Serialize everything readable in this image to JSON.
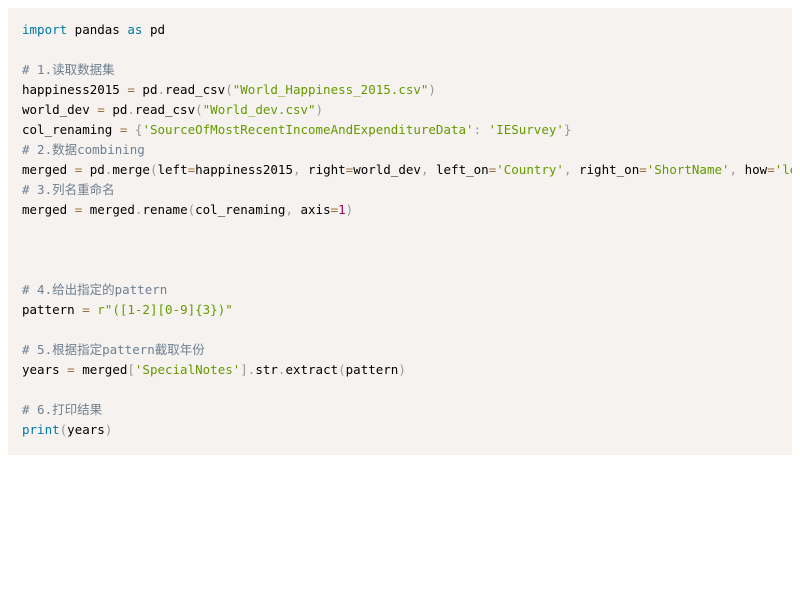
{
  "colors": {
    "background": "#f5f2f0",
    "keyword": "#0077aa",
    "comment": "#708090",
    "string": "#669900",
    "punctuation": "#999999",
    "operator": "#9a6e3a",
    "number": "#990055",
    "plain": "#000000"
  },
  "code_lines": [
    [
      {
        "t": "keyword",
        "v": "import"
      },
      {
        "t": "plain",
        "v": " pandas "
      },
      {
        "t": "keyword",
        "v": "as"
      },
      {
        "t": "plain",
        "v": " pd"
      }
    ],
    [],
    [
      {
        "t": "comment",
        "v": "# 1.读取数据集"
      }
    ],
    [
      {
        "t": "plain",
        "v": "happiness2015 "
      },
      {
        "t": "operator",
        "v": "="
      },
      {
        "t": "plain",
        "v": " pd"
      },
      {
        "t": "punct",
        "v": "."
      },
      {
        "t": "plain",
        "v": "read_csv"
      },
      {
        "t": "punct",
        "v": "("
      },
      {
        "t": "string",
        "v": "\"World_Happiness_2015.csv\""
      },
      {
        "t": "punct",
        "v": ")"
      }
    ],
    [
      {
        "t": "plain",
        "v": "world_dev "
      },
      {
        "t": "operator",
        "v": "="
      },
      {
        "t": "plain",
        "v": " pd"
      },
      {
        "t": "punct",
        "v": "."
      },
      {
        "t": "plain",
        "v": "read_csv"
      },
      {
        "t": "punct",
        "v": "("
      },
      {
        "t": "string",
        "v": "\"World_dev.csv\""
      },
      {
        "t": "punct",
        "v": ")"
      }
    ],
    [
      {
        "t": "plain",
        "v": "col_renaming "
      },
      {
        "t": "operator",
        "v": "="
      },
      {
        "t": "plain",
        "v": " "
      },
      {
        "t": "punct",
        "v": "{"
      },
      {
        "t": "string",
        "v": "'SourceOfMostRecentIncomeAndExpenditureData'"
      },
      {
        "t": "punct",
        "v": ":"
      },
      {
        "t": "plain",
        "v": " "
      },
      {
        "t": "string",
        "v": "'IESurvey'"
      },
      {
        "t": "punct",
        "v": "}"
      }
    ],
    [
      {
        "t": "comment",
        "v": "# 2.数据combining"
      }
    ],
    [
      {
        "t": "plain",
        "v": "merged "
      },
      {
        "t": "operator",
        "v": "="
      },
      {
        "t": "plain",
        "v": " pd"
      },
      {
        "t": "punct",
        "v": "."
      },
      {
        "t": "plain",
        "v": "merge"
      },
      {
        "t": "punct",
        "v": "("
      },
      {
        "t": "plain",
        "v": "left"
      },
      {
        "t": "operator",
        "v": "="
      },
      {
        "t": "plain",
        "v": "happiness2015"
      },
      {
        "t": "punct",
        "v": ","
      },
      {
        "t": "plain",
        "v": " right"
      },
      {
        "t": "operator",
        "v": "="
      },
      {
        "t": "plain",
        "v": "world_dev"
      },
      {
        "t": "punct",
        "v": ","
      },
      {
        "t": "plain",
        "v": " left_on"
      },
      {
        "t": "operator",
        "v": "="
      },
      {
        "t": "string",
        "v": "'Country'"
      },
      {
        "t": "punct",
        "v": ","
      },
      {
        "t": "plain",
        "v": " right_on"
      },
      {
        "t": "operator",
        "v": "="
      },
      {
        "t": "string",
        "v": "'ShortName'"
      },
      {
        "t": "punct",
        "v": ","
      },
      {
        "t": "plain",
        "v": " how"
      },
      {
        "t": "operator",
        "v": "="
      },
      {
        "t": "string",
        "v": "'left'"
      },
      {
        "t": "punct",
        "v": ")"
      }
    ],
    [
      {
        "t": "comment",
        "v": "# 3.列名重命名"
      }
    ],
    [
      {
        "t": "plain",
        "v": "merged "
      },
      {
        "t": "operator",
        "v": "="
      },
      {
        "t": "plain",
        "v": " merged"
      },
      {
        "t": "punct",
        "v": "."
      },
      {
        "t": "plain",
        "v": "rename"
      },
      {
        "t": "punct",
        "v": "("
      },
      {
        "t": "plain",
        "v": "col_renaming"
      },
      {
        "t": "punct",
        "v": ","
      },
      {
        "t": "plain",
        "v": " axis"
      },
      {
        "t": "operator",
        "v": "="
      },
      {
        "t": "number",
        "v": "1"
      },
      {
        "t": "punct",
        "v": ")"
      }
    ],
    [],
    [],
    [],
    [
      {
        "t": "comment",
        "v": "# 4.给出指定的pattern"
      }
    ],
    [
      {
        "t": "plain",
        "v": "pattern "
      },
      {
        "t": "operator",
        "v": "="
      },
      {
        "t": "plain",
        "v": " "
      },
      {
        "t": "string",
        "v": "r\"([1-2][0-9]{3})\""
      }
    ],
    [],
    [
      {
        "t": "comment",
        "v": "# 5.根据指定pattern截取年份"
      }
    ],
    [
      {
        "t": "plain",
        "v": "years "
      },
      {
        "t": "operator",
        "v": "="
      },
      {
        "t": "plain",
        "v": " merged"
      },
      {
        "t": "punct",
        "v": "["
      },
      {
        "t": "string",
        "v": "'SpecialNotes'"
      },
      {
        "t": "punct",
        "v": "]"
      },
      {
        "t": "punct",
        "v": "."
      },
      {
        "t": "plain",
        "v": "str"
      },
      {
        "t": "punct",
        "v": "."
      },
      {
        "t": "plain",
        "v": "extract"
      },
      {
        "t": "punct",
        "v": "("
      },
      {
        "t": "plain",
        "v": "pattern"
      },
      {
        "t": "punct",
        "v": ")"
      }
    ],
    [],
    [
      {
        "t": "comment",
        "v": "# 6.打印结果"
      }
    ],
    [
      {
        "t": "builtin",
        "v": "print"
      },
      {
        "t": "punct",
        "v": "("
      },
      {
        "t": "plain",
        "v": "years"
      },
      {
        "t": "punct",
        "v": ")"
      }
    ]
  ]
}
